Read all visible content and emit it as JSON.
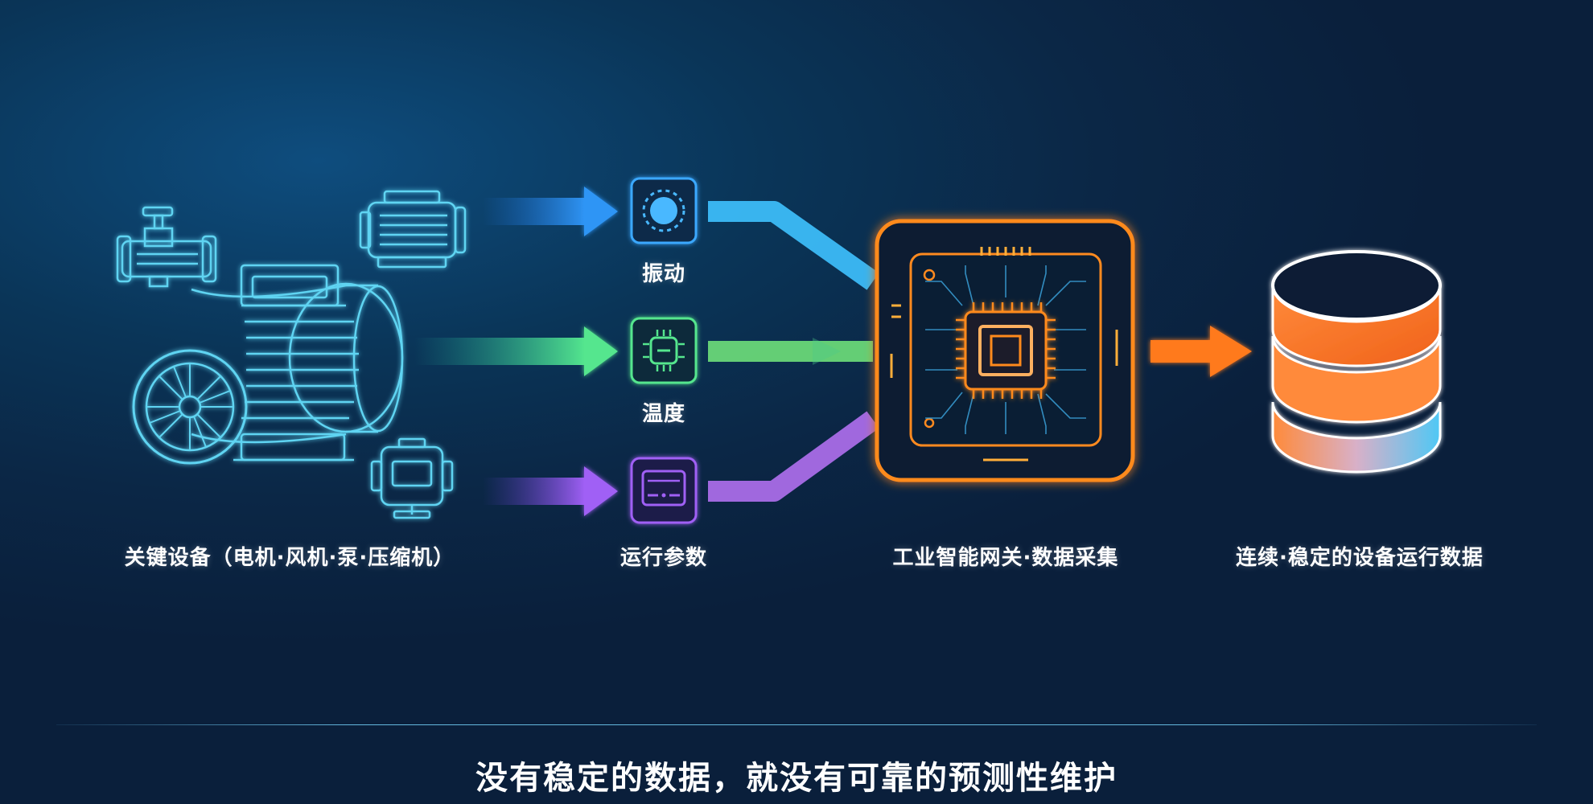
{
  "labels": {
    "equipment": "关键设备（电机·风机·泵·压缩机）",
    "vibration": "振动",
    "temperature": "温度",
    "parameters": "运行参数",
    "gateway": "工业智能网关·数据采集",
    "database": "连续·稳定的设备运行数据"
  },
  "tagline": "没有稳定的数据，就没有可靠的预测性维护",
  "colors": {
    "vibration": "#2f8ff0",
    "temperature": "#4fe08a",
    "parameters": "#9a5cf0",
    "gateway": "#ff8a1f",
    "database_orange": "#ff7a2a",
    "database_blue": "#4fc8f5",
    "equipment_line": "#5fd4f2"
  },
  "icons": [
    "valve-icon",
    "pump-motor-icon",
    "motor-icon",
    "compressor-icon",
    "vibration-sensor-icon",
    "temperature-sensor-icon",
    "parameter-monitor-icon",
    "gateway-chip-icon",
    "database-icon"
  ]
}
